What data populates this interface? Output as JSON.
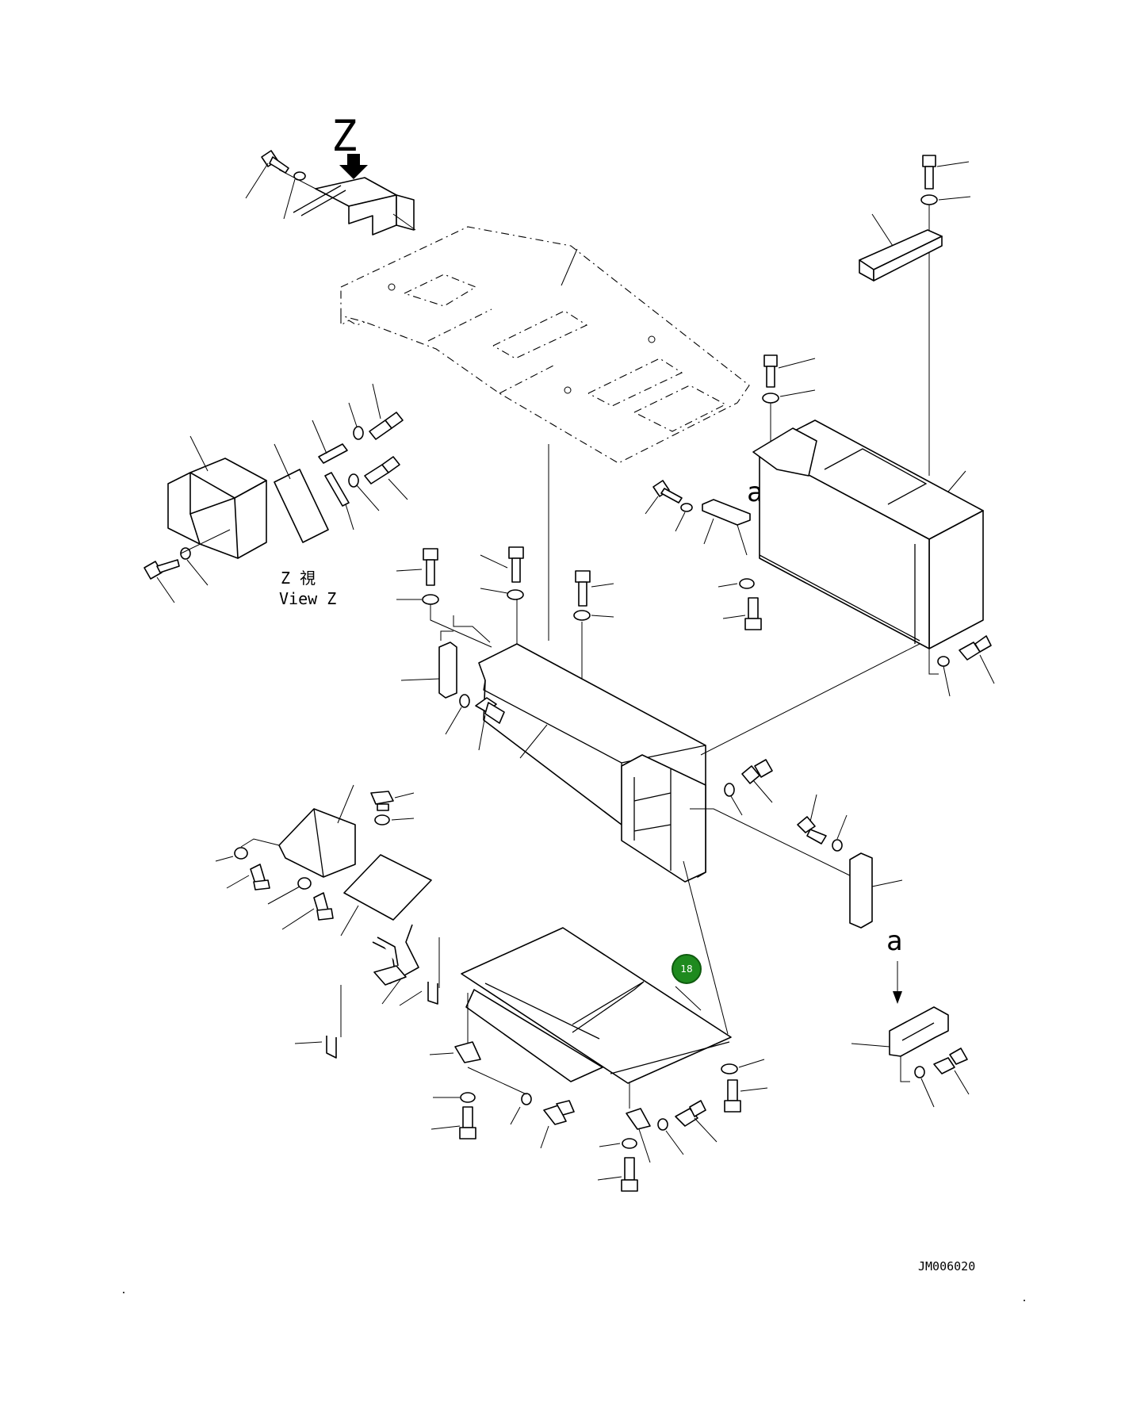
{
  "labels": {
    "view_letter": "Z",
    "view_kanji": "Z 視",
    "view_en": "View Z",
    "arrow_a_upper": "a",
    "arrow_a_lower": "a",
    "drawing_code": "JM006020"
  },
  "callout": {
    "number": "18",
    "color": "#1e8a1e"
  }
}
